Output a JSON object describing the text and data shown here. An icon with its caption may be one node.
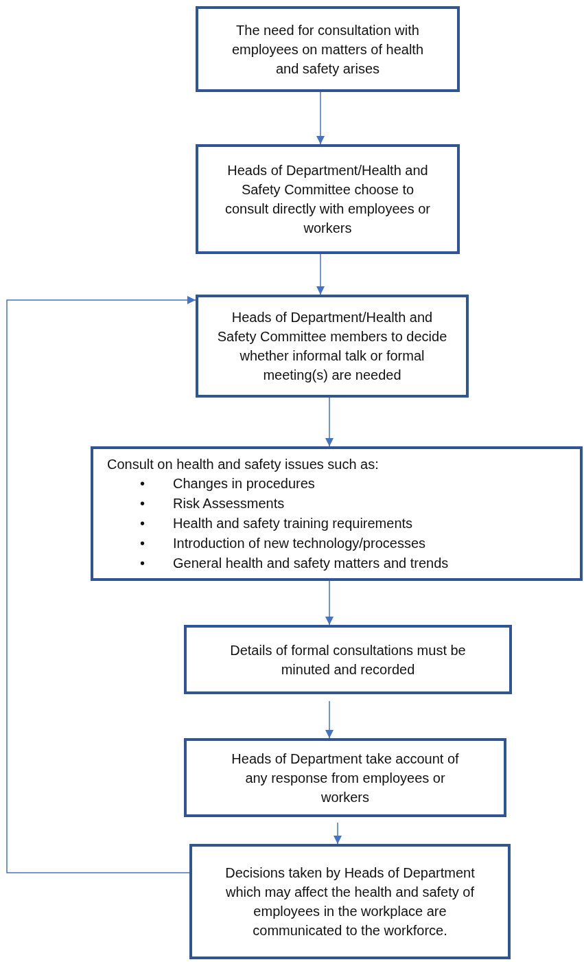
{
  "diagram": {
    "nodes": [
      {
        "text": [
          "The need for consultation with employees on matters of health and safety arises"
        ]
      },
      {
        "text": [
          "Heads of Department/Health and Safety Committee choose to consult directly with employees or workers"
        ]
      },
      {
        "text": [
          "Heads of Department/Health and Safety Committee members to decide whether informal talk or formal meeting(s) are needed"
        ]
      },
      {
        "text": [
          "Consult on health and safety issues such as:",
          "•",
          "Changes in procedures",
          "•",
          "Risk Assessments",
          "•",
          "Health and safety training requirements",
          "•",
          "Introduction of new technology/processes",
          "•",
          "General health and safety matters and trends"
        ]
      },
      {
        "text": [
          "Details of formal consultations must be minuted and recorded"
        ]
      },
      {
        "text": [
          "Heads of Department take account of any response from employees or workers"
        ]
      },
      {
        "text": [
          "Decisions taken by Heads of Department which may affect the health and safety of employees in the workplace are communicated to the workforce."
        ]
      }
    ],
    "edges": [
      {
        "from": 0,
        "to": 1,
        "arrow": "to"
      },
      {
        "from": 1,
        "to": 2,
        "arrow": "to"
      },
      {
        "from": 2,
        "to": 3,
        "arrow": "to"
      },
      {
        "from": 3,
        "to": 4,
        "arrow": "to"
      },
      {
        "from": 4,
        "to": 5,
        "arrow": "to"
      },
      {
        "from": 5,
        "to": 6,
        "arrow": "to"
      },
      {
        "from": 6,
        "to": 2,
        "arrow": "to"
      }
    ]
  }
}
